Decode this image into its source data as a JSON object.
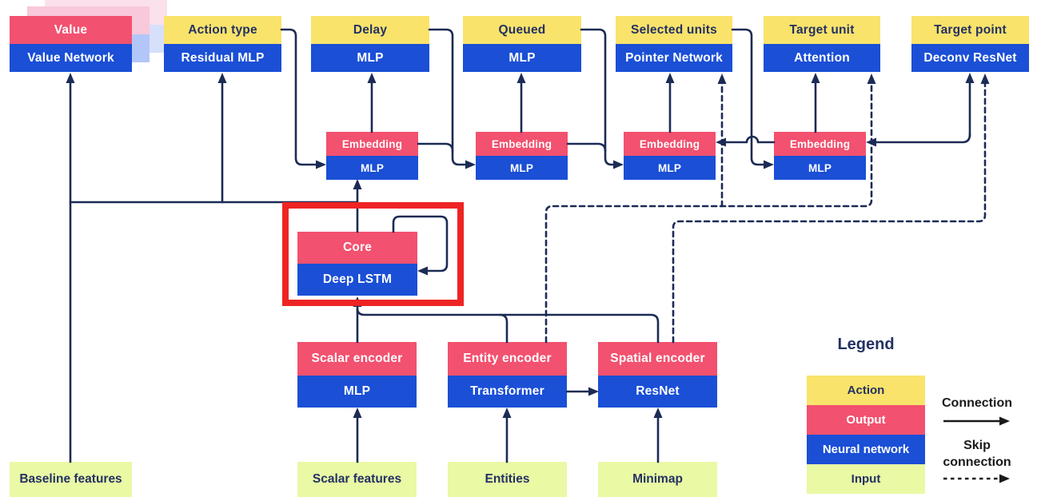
{
  "colors": {
    "yellow": "#F9E36B",
    "pink": "#F2516F",
    "blue": "#1A4FD6",
    "green": "#E9F9A4",
    "navy": "#1C2B55",
    "red": "#EE2424",
    "text_navy": "#233163",
    "legend_ink": "#1A1A1A",
    "sheet_pink_1": "#F7C9DA",
    "sheet_blue_1": "#B3C6F8",
    "sheet_pink_2": "#FBE1EB",
    "sheet_blue_2": "#D6E0FB"
  },
  "heads": [
    {
      "action": "Value",
      "network": "Value Network"
    },
    {
      "action": "Action type",
      "network": "Residual MLP"
    },
    {
      "action": "Delay",
      "network": "MLP"
    },
    {
      "action": "Queued",
      "network": "MLP"
    },
    {
      "action": "Selected units",
      "network": "Pointer Network"
    },
    {
      "action": "Target unit",
      "network": "Attention"
    },
    {
      "action": "Target point",
      "network": "Deconv ResNet"
    }
  ],
  "embeddings": [
    {
      "output": "Embedding",
      "network": "MLP"
    },
    {
      "output": "Embedding",
      "network": "MLP"
    },
    {
      "output": "Embedding",
      "network": "MLP"
    },
    {
      "output": "Embedding",
      "network": "MLP"
    }
  ],
  "core": {
    "output": "Core",
    "network": "Deep LSTM"
  },
  "encoders": [
    {
      "output": "Scalar encoder",
      "network": "MLP"
    },
    {
      "output": "Entity encoder",
      "network": "Transformer"
    },
    {
      "output": "Spatial encoder",
      "network": "ResNet"
    }
  ],
  "inputs": [
    {
      "label": "Baseline features"
    },
    {
      "label": "Scalar features"
    },
    {
      "label": "Entities"
    },
    {
      "label": "Minimap"
    }
  ],
  "legend": {
    "title": "Legend",
    "rows": [
      {
        "label": "Action"
      },
      {
        "label": "Output"
      },
      {
        "label": "Neural network"
      },
      {
        "label": "Input"
      }
    ],
    "connection": "Connection",
    "skip_connection": "Skip connection"
  }
}
